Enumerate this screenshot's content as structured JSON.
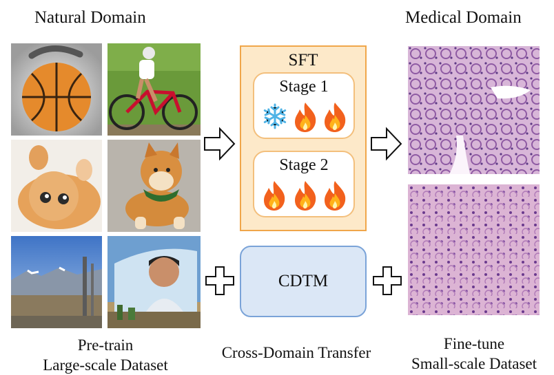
{
  "headings": {
    "natural": "Natural Domain",
    "medical": "Medical Domain"
  },
  "sft": {
    "title": "SFT",
    "stages": [
      {
        "label": "Stage 1",
        "icons": [
          "snowflake-icon",
          "fire-icon",
          "fire-icon"
        ]
      },
      {
        "label": "Stage 2",
        "icons": [
          "fire-icon",
          "fire-icon",
          "fire-icon"
        ]
      }
    ]
  },
  "cdtm": {
    "label": "CDTM"
  },
  "captions": {
    "pretrain_line1": "Pre-train",
    "pretrain_line2": "Large-scale Dataset",
    "transfer": "Cross-Domain Transfer",
    "finetune_line1": "Fine-tune",
    "finetune_line2": "Small-scale Dataset"
  },
  "images": {
    "natural": [
      "basketball-photo",
      "cyclist-photo",
      "kitten-photo",
      "shiba-dog-photo",
      "mountain-landscape-photo",
      "billboard-portrait-photo"
    ],
    "medical": [
      "histology-slide-1",
      "histology-slide-2"
    ]
  },
  "colors": {
    "sft_fill": "#fde9c9",
    "sft_border": "#f0a64a",
    "cdtm_fill": "#dbe7f6",
    "cdtm_border": "#7aa3d8",
    "fire": "#f2611d",
    "snowflake": "#4fb3e6"
  }
}
